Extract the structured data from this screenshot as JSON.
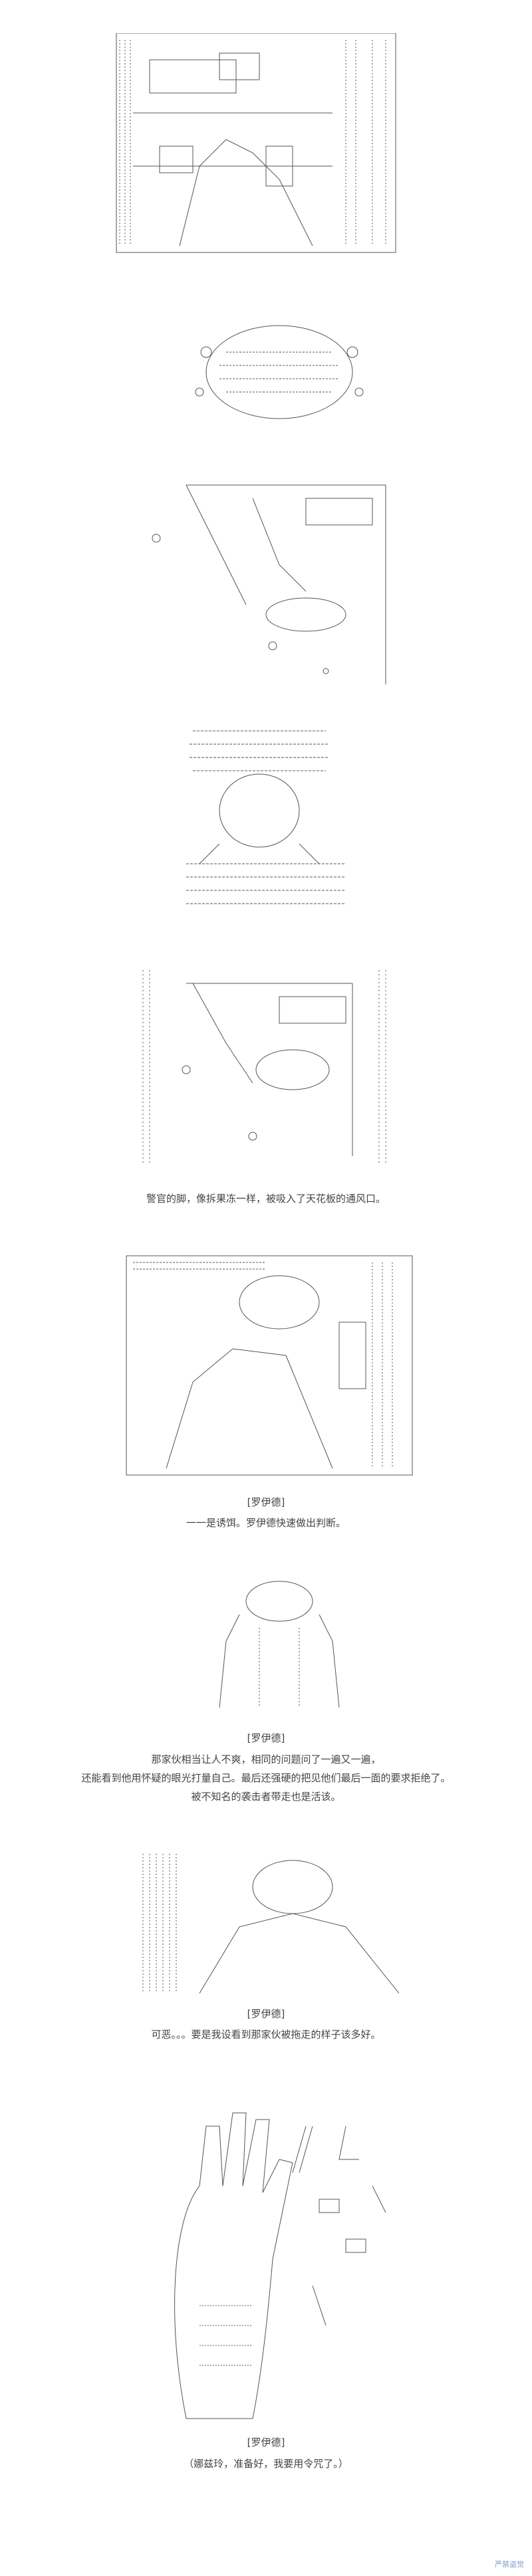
{
  "panels": [
    {
      "id": "p1",
      "speaker": "",
      "lines": []
    },
    {
      "id": "p2",
      "speaker": "",
      "lines": []
    },
    {
      "id": "p3",
      "speaker": "",
      "lines": []
    },
    {
      "id": "p4",
      "speaker": "",
      "lines": []
    },
    {
      "id": "p5",
      "speaker": "",
      "lines": [
        "警官的脚，像拆果冻一样，被吸入了天花板的通风口。"
      ]
    },
    {
      "id": "p6",
      "speaker": "[罗伊德]",
      "lines": [
        "一一是诱饵。罗伊德快速做出判断。"
      ]
    },
    {
      "id": "p7",
      "speaker": "[罗伊德]",
      "lines": [
        "那家伙相当让人不爽，相同的问题问了一遍又一遍，",
        "还能看到他用怀疑的眼光打量自己。最后还强硬的把见他们最后一面的要求拒绝了。",
        "被不知名的袭击者带走也是活该。"
      ]
    },
    {
      "id": "p8",
      "speaker": "[罗伊德]",
      "lines": [
        "可恶。。。要是我设看到那家伙被拖走的样子该多好。"
      ]
    },
    {
      "id": "p9",
      "speaker": "[罗伊德]",
      "lines": [
        "（娜兹玲，准备好，我要用令咒了。）"
      ]
    }
  ],
  "watermark": "严禁盗觉"
}
